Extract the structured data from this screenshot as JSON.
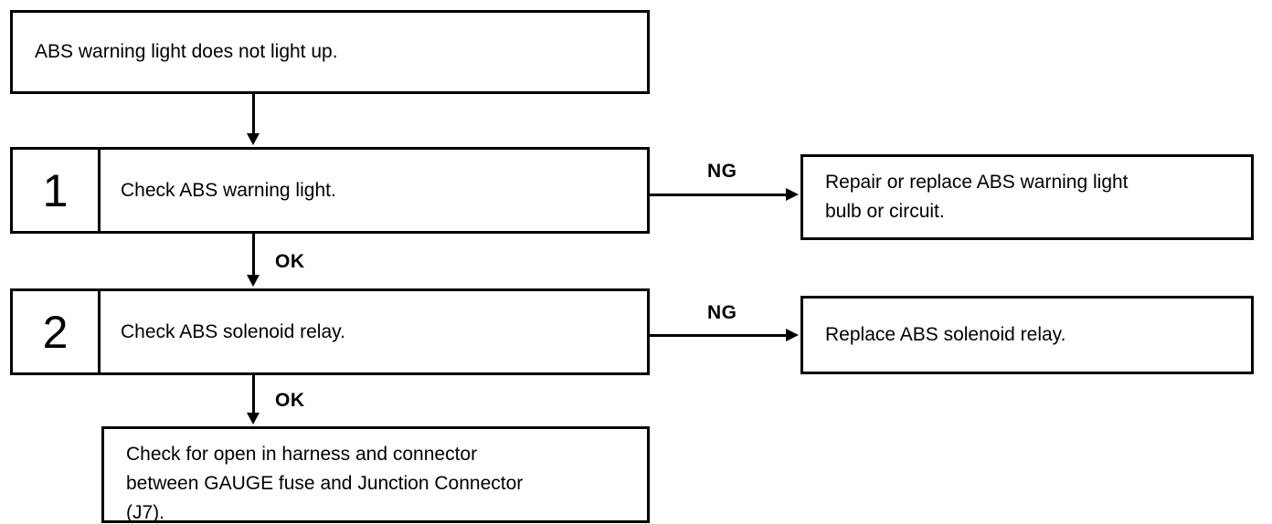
{
  "diagram": {
    "title": "ABS warning light does not light up. troubleshooting flowchart",
    "colors": {
      "line": "#000000",
      "background": "#ffffff",
      "text": "#000000"
    },
    "symptom": {
      "text": "ABS warning light does not light up."
    },
    "steps": [
      {
        "number": "1",
        "label": "Check ABS warning light.",
        "ok_label": "OK",
        "ng_label": "NG",
        "ng_result": "Repair or replace ABS warning light\nbulb or circuit."
      },
      {
        "number": "2",
        "label": "Check ABS solenoid relay.",
        "ok_label": "OK",
        "ng_label": "NG",
        "ng_result": "Replace ABS solenoid relay."
      }
    ],
    "final": {
      "text": "Check for open in harness and connector\nbetween GAUGE fuse and Junction Connector\n(J7)."
    }
  }
}
